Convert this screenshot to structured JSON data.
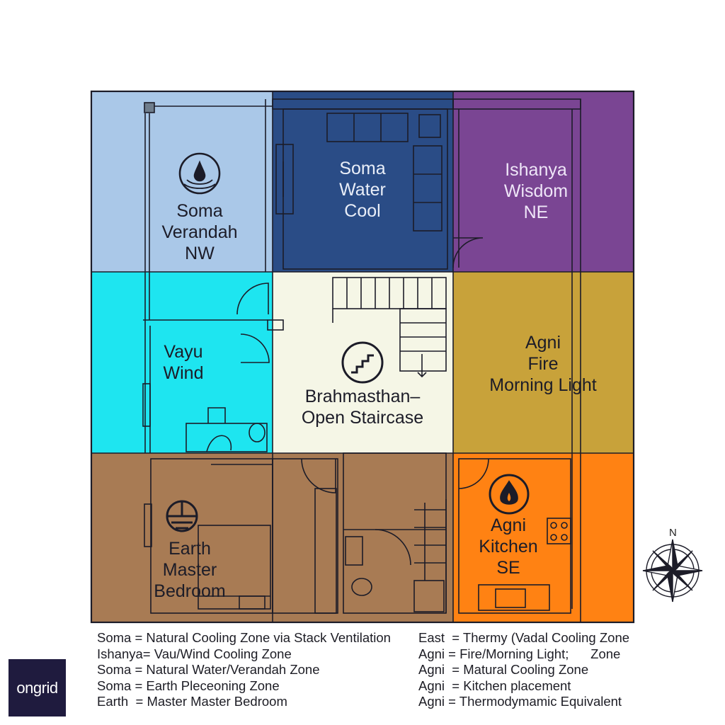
{
  "colors": {
    "nw": "#aac8e8",
    "north": "#2a4c86",
    "ne": "#7a4593",
    "west": "#1ee5f0",
    "center": "#f5f6e6",
    "east": "#c8a23a",
    "sw": "#a87b54",
    "south": "#a87b54",
    "se": "#ff8213",
    "outline": "#1c1c28"
  },
  "zones": {
    "nw": [
      "Soma",
      "Verandah",
      "NW"
    ],
    "north": [
      "Soma",
      "Water",
      "Cool"
    ],
    "ne": [
      "Ishanya",
      "Wisdom",
      "NE"
    ],
    "west": [
      "Vayu",
      "Wind"
    ],
    "center": [
      "Brahmasthan–",
      "Open Staircase"
    ],
    "east": [
      "Agni",
      "Fire",
      "Morning Light"
    ],
    "sw": [
      "Earth",
      "Master",
      "Bedroom"
    ],
    "se": [
      "Agni",
      "Kitchen",
      "SE"
    ]
  },
  "icons": {
    "nw": "water-drop-icon",
    "center": "staircase-icon",
    "sw": "earth-symbol-icon",
    "se": "fire-icon",
    "compass": "compass-rose-icon"
  },
  "legend_left": [
    "Soma = Natural Cooling Zone via Stack Ventilation",
    "Ishanya= Vau/Wind Cooling Zone",
    "Soma = Natural Water/Verandah Zone",
    "Soma = Earth Pleceoning Zone",
    "Earth  = Master Master Bedroom"
  ],
  "legend_right": [
    "East  = Thermy (Vadal Cooling Zone",
    "Agni = Fire/Morning Light;      Zone",
    "Agni  = Matural Cooling Zone",
    "Agni  = Kitchen placement",
    "Agni = Thermodymamic Equivalent"
  ],
  "compass_label": "N",
  "logo": "ongrid"
}
